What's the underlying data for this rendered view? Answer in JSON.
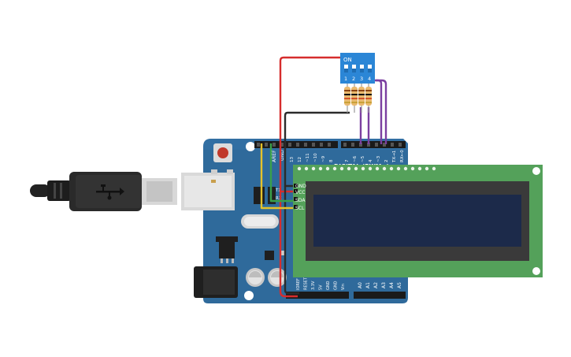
{
  "dip_switch": {
    "on_label": "ON",
    "positions": [
      "1",
      "2",
      "3",
      "4"
    ]
  },
  "arduino": {
    "aref_label": "AREF",
    "gnd_label": "GND",
    "digital_label": "DIGITAL (PWM~)",
    "digital_pins": [
      "13",
      "12",
      "~11",
      "~10",
      "~9",
      "8",
      "7",
      "~6",
      "~5",
      "4",
      "~3",
      "2",
      "TX→1",
      "RX←0"
    ],
    "tx_label": "TX",
    "rx_label": "RX",
    "power_pins": [
      "IOREF",
      "RESET",
      "3.3V",
      "5V",
      "GND",
      "GND",
      "Vin"
    ],
    "analog_pins": [
      "A0",
      "A1",
      "A2",
      "A3",
      "A4",
      "A5"
    ]
  },
  "lcd": {
    "pins": [
      "GND",
      "VCC",
      "SDA",
      "SCL"
    ]
  },
  "colors": {
    "board": "#2f6a9b",
    "board_dark": "#23527a",
    "lcd_pcb": "#54a15a",
    "lcd_screen": "#1c2a4a",
    "wire_red": "#d62d2d",
    "wire_black": "#2b2b2b",
    "wire_purple": "#7b3fa0",
    "wire_yellow": "#e6c22a",
    "wire_green": "#3aa14a",
    "dip_blue": "#2b86d6",
    "resistor": "#e9b96e"
  }
}
